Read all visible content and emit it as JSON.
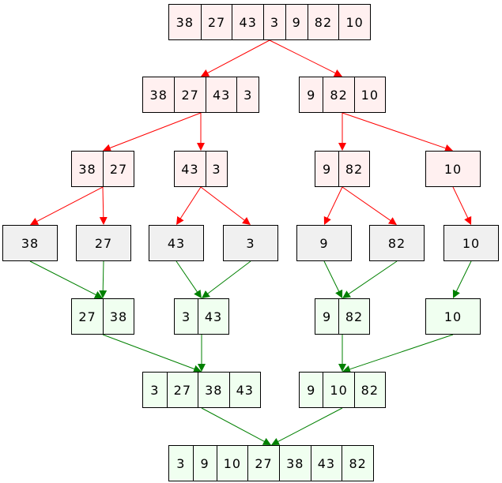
{
  "diagram": {
    "colors": {
      "split_fill": "#fff0f0",
      "leaf_fill": "#f0f0f0",
      "merge_fill": "#f0fff0",
      "split_edge": "#ff0000",
      "merge_edge": "#008000",
      "border": "#000000"
    },
    "nodes": [
      {
        "id": "n0",
        "kind": "split",
        "values": [
          "38",
          "27",
          "43",
          "3",
          "9",
          "82",
          "10"
        ]
      },
      {
        "id": "n1",
        "kind": "split",
        "values": [
          "38",
          "27",
          "43",
          "3"
        ]
      },
      {
        "id": "n2",
        "kind": "split",
        "values": [
          "9",
          "82",
          "10"
        ]
      },
      {
        "id": "n3",
        "kind": "split",
        "values": [
          "38",
          "27"
        ]
      },
      {
        "id": "n4",
        "kind": "split",
        "values": [
          "43",
          "3"
        ]
      },
      {
        "id": "n5",
        "kind": "split",
        "values": [
          "9",
          "82"
        ]
      },
      {
        "id": "n6",
        "kind": "split",
        "values": [
          "10"
        ]
      },
      {
        "id": "l0",
        "kind": "leaf",
        "values": [
          "38"
        ]
      },
      {
        "id": "l1",
        "kind": "leaf",
        "values": [
          "27"
        ]
      },
      {
        "id": "l2",
        "kind": "leaf",
        "values": [
          "43"
        ]
      },
      {
        "id": "l3",
        "kind": "leaf",
        "values": [
          "3"
        ]
      },
      {
        "id": "l4",
        "kind": "leaf",
        "values": [
          "9"
        ]
      },
      {
        "id": "l5",
        "kind": "leaf",
        "values": [
          "82"
        ]
      },
      {
        "id": "l6",
        "kind": "leaf",
        "values": [
          "10"
        ]
      },
      {
        "id": "m0",
        "kind": "merge",
        "values": [
          "27",
          "38"
        ]
      },
      {
        "id": "m1",
        "kind": "merge",
        "values": [
          "3",
          "43"
        ]
      },
      {
        "id": "m2",
        "kind": "merge",
        "values": [
          "9",
          "82"
        ]
      },
      {
        "id": "m3",
        "kind": "merge",
        "values": [
          "10"
        ]
      },
      {
        "id": "m4",
        "kind": "merge",
        "values": [
          "3",
          "27",
          "38",
          "43"
        ]
      },
      {
        "id": "m5",
        "kind": "merge",
        "values": [
          "9",
          "10",
          "82"
        ]
      },
      {
        "id": "m6",
        "kind": "merge",
        "values": [
          "3",
          "9",
          "10",
          "27",
          "38",
          "43",
          "82"
        ]
      }
    ],
    "edges": [
      {
        "from": "n0",
        "to": "n1",
        "kind": "split"
      },
      {
        "from": "n0",
        "to": "n2",
        "kind": "split"
      },
      {
        "from": "n1",
        "to": "n3",
        "kind": "split"
      },
      {
        "from": "n1",
        "to": "n4",
        "kind": "split"
      },
      {
        "from": "n2",
        "to": "n5",
        "kind": "split"
      },
      {
        "from": "n2",
        "to": "n6",
        "kind": "split"
      },
      {
        "from": "n3",
        "to": "l0",
        "kind": "split"
      },
      {
        "from": "n3",
        "to": "l1",
        "kind": "split"
      },
      {
        "from": "n4",
        "to": "l2",
        "kind": "split"
      },
      {
        "from": "n4",
        "to": "l3",
        "kind": "split"
      },
      {
        "from": "n5",
        "to": "l4",
        "kind": "split"
      },
      {
        "from": "n5",
        "to": "l5",
        "kind": "split"
      },
      {
        "from": "n6",
        "to": "l6",
        "kind": "split"
      },
      {
        "from": "l0",
        "to": "m0",
        "kind": "merge"
      },
      {
        "from": "l1",
        "to": "m0",
        "kind": "merge"
      },
      {
        "from": "l2",
        "to": "m1",
        "kind": "merge"
      },
      {
        "from": "l3",
        "to": "m1",
        "kind": "merge"
      },
      {
        "from": "l4",
        "to": "m2",
        "kind": "merge"
      },
      {
        "from": "l5",
        "to": "m2",
        "kind": "merge"
      },
      {
        "from": "l6",
        "to": "m3",
        "kind": "merge"
      },
      {
        "from": "m0",
        "to": "m4",
        "kind": "merge"
      },
      {
        "from": "m1",
        "to": "m4",
        "kind": "merge"
      },
      {
        "from": "m2",
        "to": "m5",
        "kind": "merge"
      },
      {
        "from": "m3",
        "to": "m5",
        "kind": "merge"
      },
      {
        "from": "m4",
        "to": "m6",
        "kind": "merge"
      },
      {
        "from": "m5",
        "to": "m6",
        "kind": "merge"
      }
    ]
  }
}
